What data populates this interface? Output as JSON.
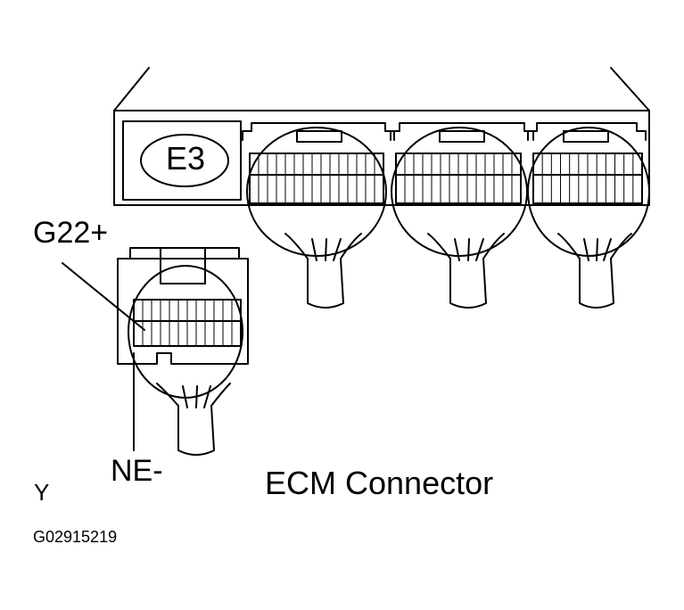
{
  "labels": {
    "e3": "E3",
    "g22_plus": "G22+",
    "ne_minus": "NE-",
    "title": "ECM Connector",
    "view_code": "Y",
    "figure_code": "G02915219"
  }
}
